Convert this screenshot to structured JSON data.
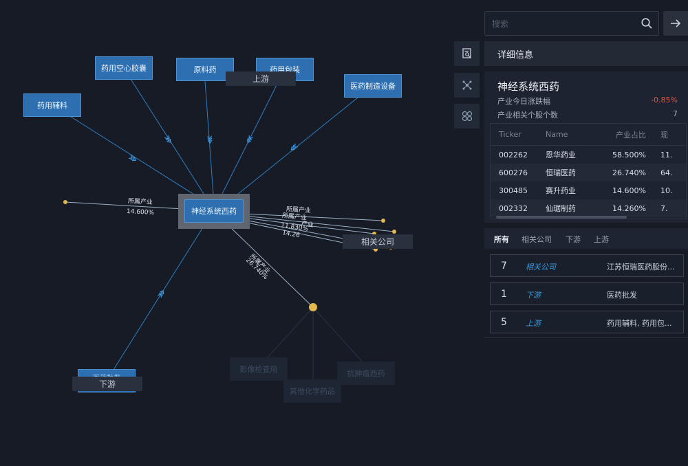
{
  "graph": {
    "center": "神经系统西药",
    "upstream_nodes": [
      "药用空心胶囊",
      "原料药",
      "药用包装",
      "医药制造设备",
      "药用辅料"
    ],
    "group_labels": {
      "upstream": "上游",
      "downstream": "下游",
      "related": "相关公司"
    },
    "downstream_node": "医药批发",
    "ghost_nodes": [
      "影像检查用",
      "其他化学药品",
      "抗肿瘤西药"
    ],
    "edge_labels": {
      "left_relation": "所属产业",
      "left_value": "14.600%",
      "bottom_relation": "所属产业",
      "bottom_value": "26.740%",
      "right_relation_1": "所属产业",
      "right_relation_2": "所属产业",
      "right_relation_3": "产业",
      "right_value_1": "11.830%",
      "right_value_2": "14.26"
    }
  },
  "search": {
    "placeholder": "搜索"
  },
  "detail": {
    "header": "详细信息",
    "title": "神经系统西药",
    "change_label": "产业今日涨跌幅",
    "change_value": "-0.85%",
    "count_label": "产业相关个股个数",
    "count_value": "7",
    "colors": {
      "negative": "#e0523f",
      "accent": "#3a9be0"
    },
    "table": {
      "headers": [
        "Ticker",
        "Name",
        "产业占比",
        "现"
      ],
      "rows": [
        [
          "002262",
          "恩华药业",
          "58.500%",
          "11."
        ],
        [
          "600276",
          "恒瑞医药",
          "26.740%",
          "64."
        ],
        [
          "300485",
          "赛升药业",
          "14.600%",
          "10."
        ],
        [
          "002332",
          "仙琚制药",
          "14.260%",
          "7."
        ]
      ]
    }
  },
  "tabs": [
    "所有",
    "相关公司",
    "下游",
    "上游"
  ],
  "relations": [
    {
      "count": "7",
      "type": "相关公司",
      "desc": "江苏恒瑞医药股份..."
    },
    {
      "count": "1",
      "type": "下游",
      "desc": "医药批发"
    },
    {
      "count": "5",
      "type": "上游",
      "desc": "药用辅料, 药用包..."
    }
  ],
  "icons": [
    "search-icon",
    "arrow-right-icon",
    "document-search-icon",
    "graph-network-icon",
    "grid-apps-icon",
    "double-chevron-icon"
  ]
}
